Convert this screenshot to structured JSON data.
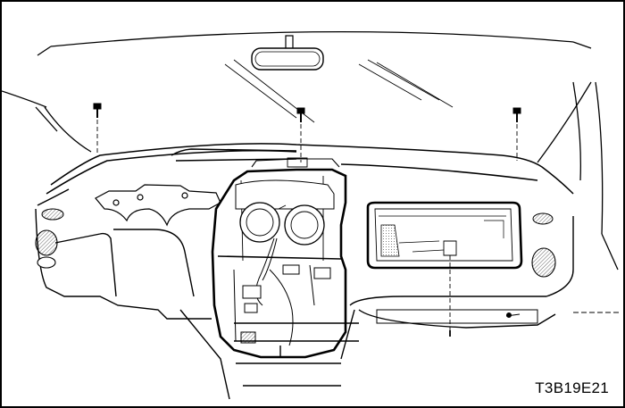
{
  "figure": {
    "code": "T3B19E21"
  },
  "parts": [
    {
      "name": "bolt",
      "count": 3
    },
    {
      "name": "rearview-mirror"
    },
    {
      "name": "instrument-panel"
    },
    {
      "name": "glove-box-opening"
    },
    {
      "name": "speaker-grille",
      "count": 2
    }
  ]
}
